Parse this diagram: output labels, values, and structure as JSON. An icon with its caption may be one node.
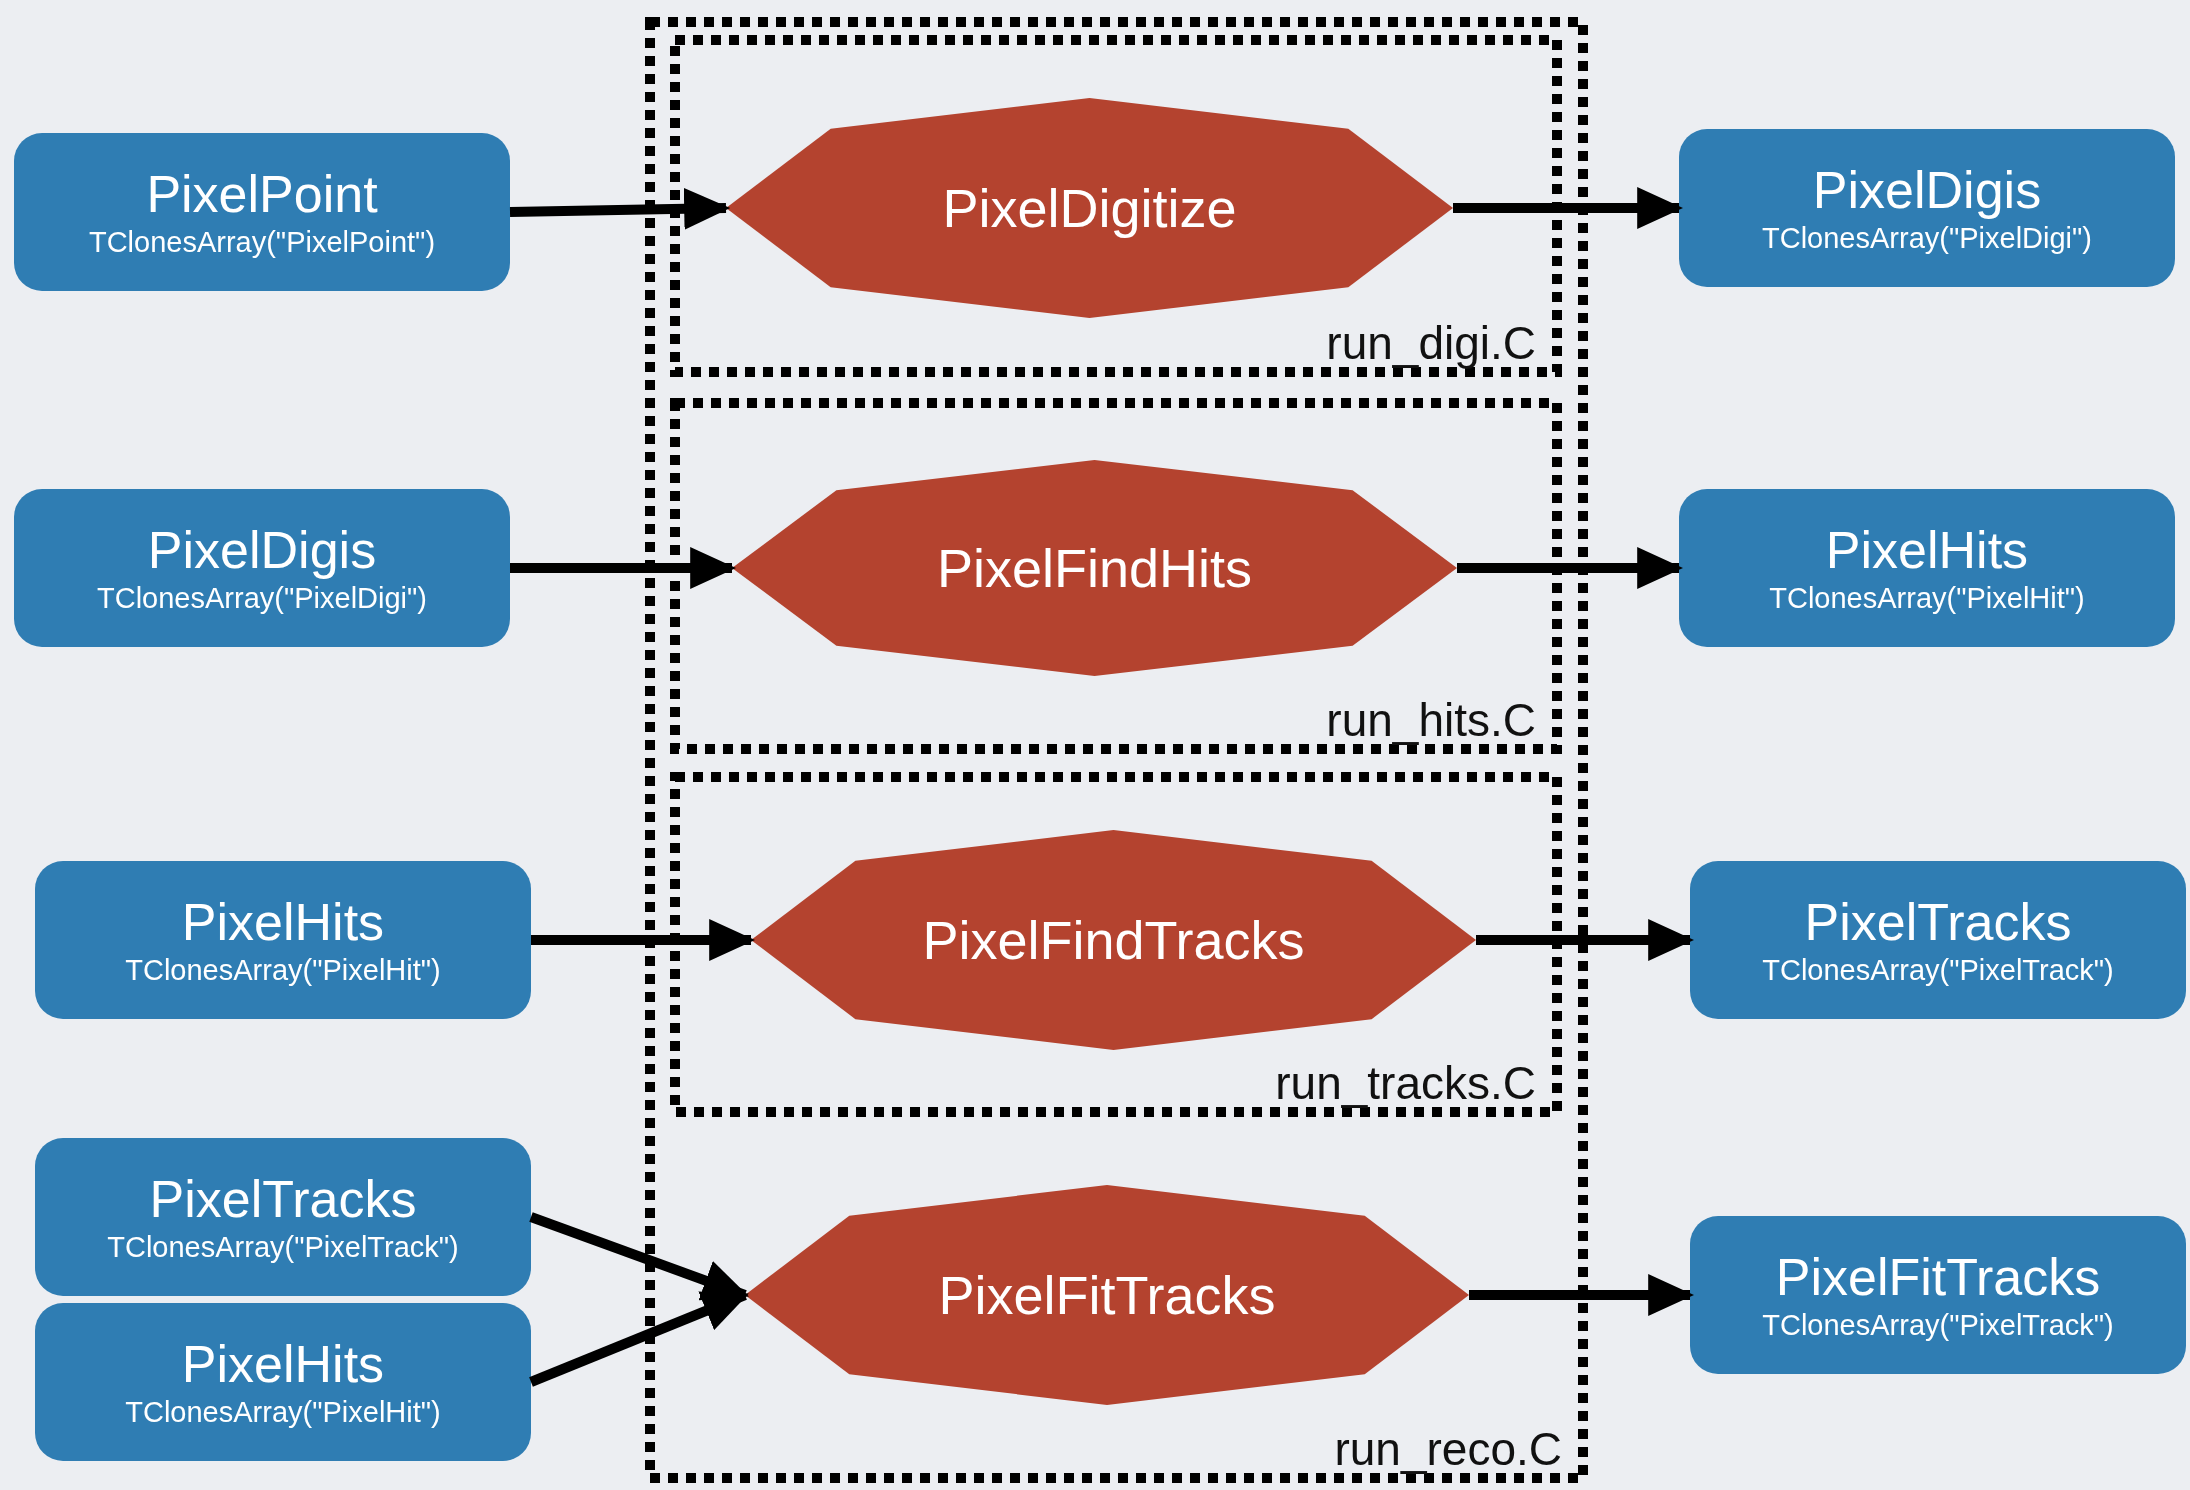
{
  "diagram": {
    "nodes": [
      {
        "text": [
          "PixelPoint",
          "TClonesArray(\"PixelPoint\")"
        ]
      },
      {
        "text": [
          "run_reco.C"
        ]
      },
      {
        "text": [
          "run_digi.C"
        ],
        "in": 1
      },
      {
        "text": [
          "PixelDigitize"
        ],
        "in": 2
      },
      {
        "text": [
          "PixelDigis",
          "TClonesArray(\"PixelDigi\")"
        ]
      },
      {
        "text": [
          "PixelDigis",
          "TClonesArray(\"PixelDigi\")"
        ]
      },
      {
        "text": [
          "run_hits.C"
        ],
        "in": 1
      },
      {
        "text": [
          "PixelFindHits"
        ],
        "in": 6
      },
      {
        "text": [
          "PixelHits",
          "TClonesArray(\"PixelHit\")"
        ]
      },
      {
        "text": [
          "PixelHits",
          "TClonesArray(\"PixelHit\")"
        ]
      },
      {
        "text": [
          "run_tracks.C"
        ],
        "in": 1
      },
      {
        "text": [
          "PixelFindTracks"
        ],
        "in": 10
      },
      {
        "text": [
          "PixelTracks",
          "TClonesArray(\"PixelTrack\")"
        ]
      },
      {
        "text": [
          "PixelTracks",
          "TClonesArray(\"PixelTrack\")"
        ]
      },
      {
        "text": [
          "PixelHits",
          "TClonesArray(\"PixelHit\")"
        ]
      },
      {
        "text": [
          "PixelFitTracks"
        ],
        "in": 1
      },
      {
        "text": [
          "PixelFitTracks",
          "TClonesArray(\"PixelTrack\")"
        ]
      }
    ],
    "edges": [
      {
        "from": 0,
        "to": 3,
        "arrow": "to"
      },
      {
        "from": 3,
        "to": 4,
        "arrow": "to"
      },
      {
        "from": 5,
        "to": 7,
        "arrow": "to"
      },
      {
        "from": 7,
        "to": 8,
        "arrow": "to"
      },
      {
        "from": 9,
        "to": 11,
        "arrow": "to"
      },
      {
        "from": 11,
        "to": 12,
        "arrow": "to"
      },
      {
        "from": 13,
        "to": 15,
        "arrow": "to"
      },
      {
        "from": 14,
        "to": 15,
        "arrow": "to"
      },
      {
        "from": 15,
        "to": 16,
        "arrow": "to"
      }
    ]
  }
}
